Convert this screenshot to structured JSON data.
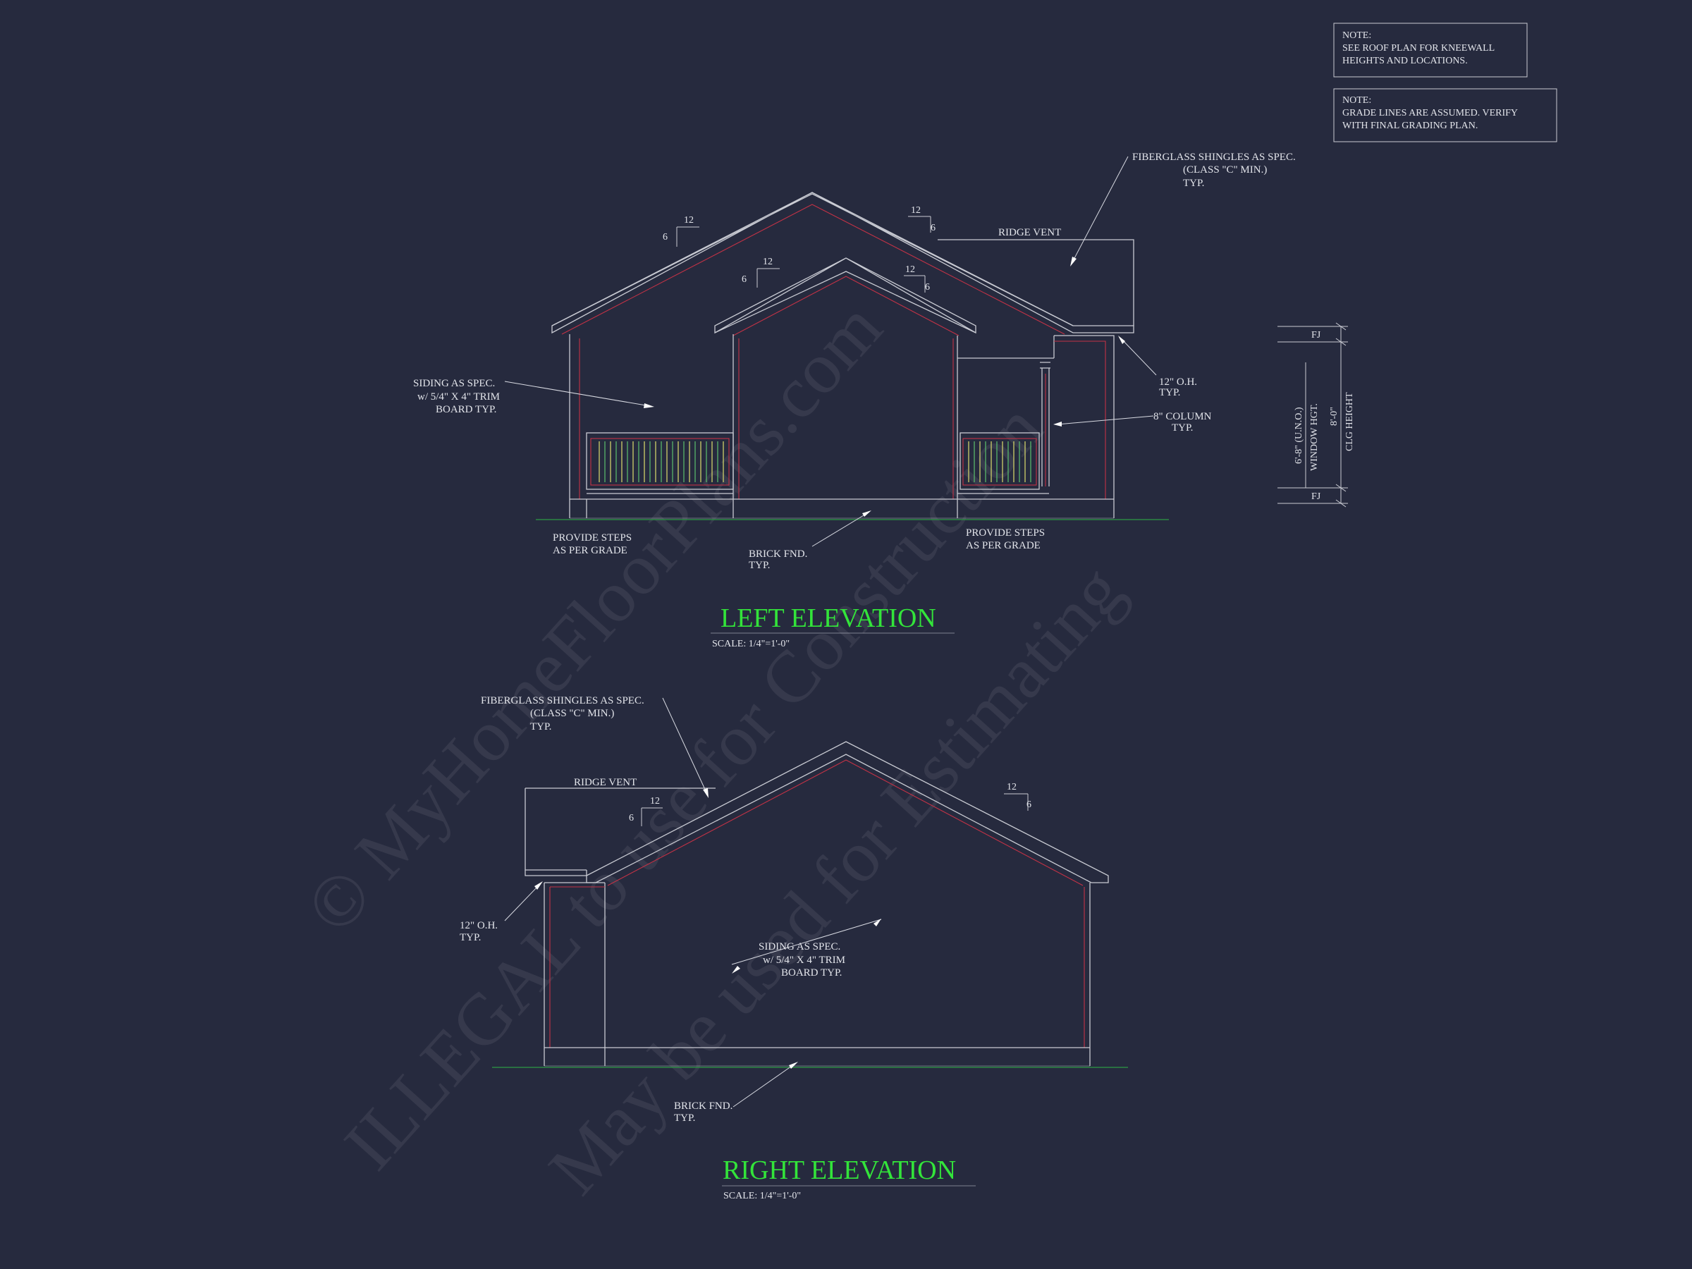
{
  "notes": [
    [
      "NOTE:",
      "SEE ROOF PLAN FOR KNEEWALL",
      "HEIGHTS AND LOCATIONS."
    ],
    [
      "NOTE:",
      "GRADE LINES ARE ASSUMED. VERIFY",
      "WITH FINAL GRADING PLAN."
    ]
  ],
  "watermark": {
    "line1": "© MyHomeFloorPlans.com",
    "line2": "ILLEGAL to use for Construction",
    "line3": "May be used for Estimating"
  },
  "left_elevation": {
    "title": "LEFT ELEVATION",
    "scale": "SCALE: 1/4\"=1'-0\"",
    "slope_rise": "6",
    "slope_run": "12",
    "shingles": [
      "FIBERGLASS SHINGLES AS SPEC.",
      "(CLASS \"C\" MIN.)",
      "TYP."
    ],
    "ridge_vent": "RIDGE VENT",
    "siding": [
      "SIDING AS SPEC.",
      "w/ 5/4\" X 4\" TRIM",
      "BOARD TYP."
    ],
    "overhang": [
      "12\" O.H.",
      "TYP."
    ],
    "column": [
      "8\" COLUMN",
      "TYP."
    ],
    "steps_left": [
      "PROVIDE STEPS",
      "AS PER GRADE"
    ],
    "steps_right": [
      "PROVIDE STEPS",
      "AS PER GRADE"
    ],
    "brick": [
      "BRICK FND.",
      "TYP."
    ]
  },
  "height_legend": {
    "fj_top": "FJ",
    "fj_bottom": "FJ",
    "window_dim": "6'-8\" (U.N.O.)",
    "window_label": "WINDOW HGT.",
    "ceiling_dim": "8'-0\"",
    "ceiling_label": "CLG HEIGHT"
  },
  "right_elevation": {
    "title": "RIGHT ELEVATION",
    "scale": "SCALE: 1/4\"=1'-0\"",
    "slope_rise": "6",
    "slope_run": "12",
    "shingles": [
      "FIBERGLASS SHINGLES AS SPEC.",
      "(CLASS \"C\" MIN.)",
      "TYP."
    ],
    "ridge_vent": "RIDGE VENT",
    "overhang": [
      "12\" O.H.",
      "TYP."
    ],
    "siding": [
      "SIDING AS SPEC.",
      "w/ 5/4\" X 4\" TRIM",
      "BOARD TYP."
    ],
    "brick": [
      "BRICK FND.",
      "TYP."
    ]
  }
}
